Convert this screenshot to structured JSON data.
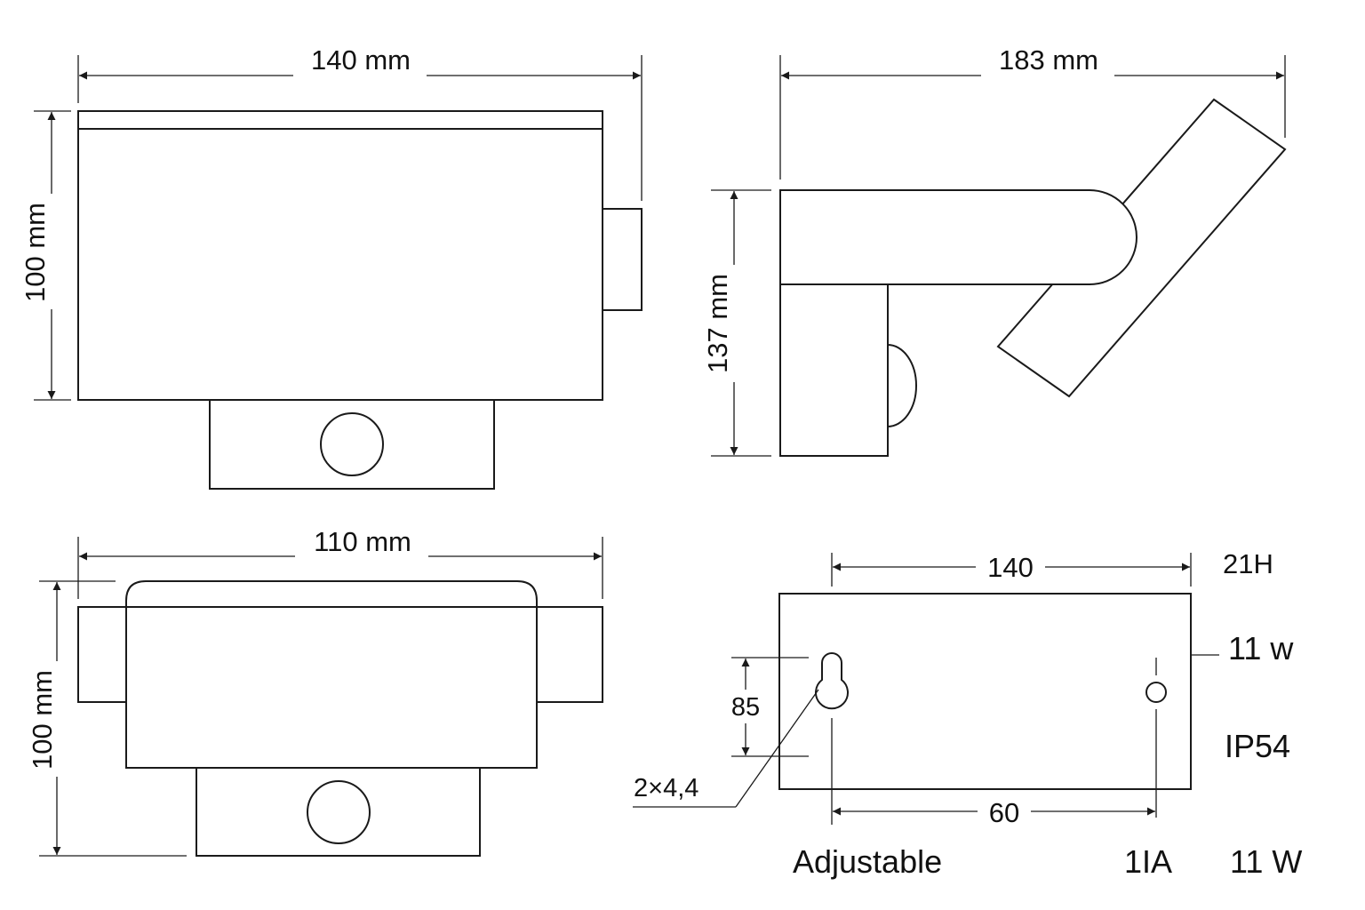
{
  "front_view": {
    "width_label": "140 mm",
    "height_label": "100 mm"
  },
  "side_view": {
    "width_label": "183 mm",
    "height_label": "137 mm"
  },
  "bottom_view": {
    "width_label": "110 mm",
    "height_label": "100 mm"
  },
  "mounting_plate": {
    "width_label": "140",
    "hole_spacing_label": "60",
    "vertical_label": "85",
    "hole_label": "2×4,4",
    "note_label": "Adjustable"
  },
  "specs": {
    "hours": "21H",
    "power_lower": "11 w",
    "ip_rating": "IP54",
    "current": "1IA",
    "power": "11 W"
  }
}
